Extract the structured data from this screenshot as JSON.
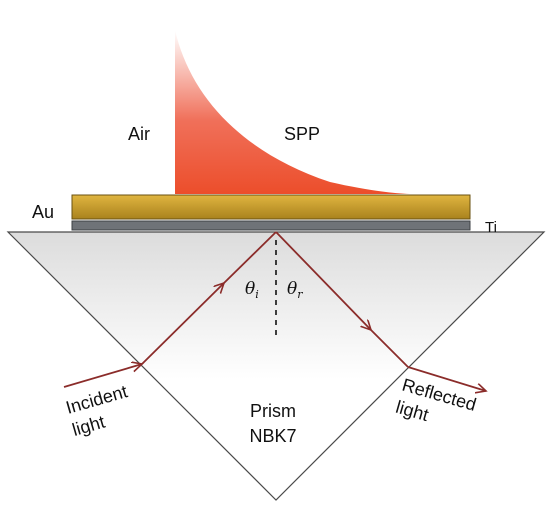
{
  "labels": {
    "air": "Air",
    "spp": "SPP",
    "au": "Au",
    "ti": "Ti",
    "incident_line1": "Incident",
    "incident_line2": "light",
    "reflected_line1": "Reflected",
    "reflected_line2": "light",
    "prism_line1": "Prism",
    "prism_line2": "NBK7",
    "theta": "θ",
    "theta_i_sub": "i",
    "theta_r_sub": "r"
  },
  "colors": {
    "gold_top": "#e0b540",
    "gold_bottom": "#a9821d",
    "gold_edge": "#6a5211",
    "titanium": "#6f7378",
    "titanium_edge": "#3e4145",
    "prism_top": "#dcdcdc",
    "prism_bottom": "#ffffff",
    "prism_edge": "#4a4a4a",
    "ray": "#8b2c2a",
    "spp_strong": "#ec4e2b",
    "spp_faint": "#ffffff"
  },
  "icons": {
    "ray_arrowhead": "arrowhead-icon"
  }
}
